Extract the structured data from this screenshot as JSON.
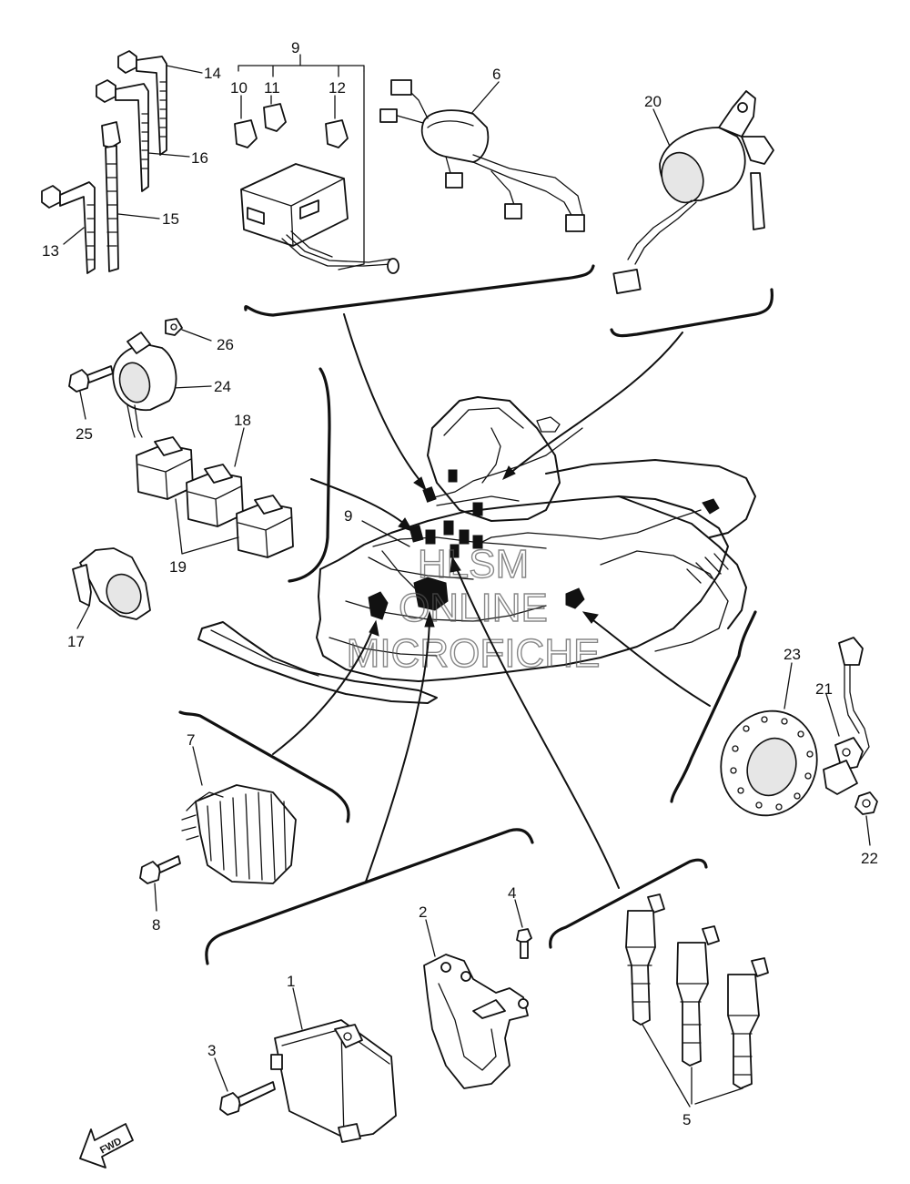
{
  "labels": {
    "p1": "1",
    "p2": "2",
    "p3": "3",
    "p4": "4",
    "p5": "5",
    "p6": "6",
    "p7": "7",
    "p8": "8",
    "p9": "9",
    "p9b": "9",
    "p10": "10",
    "p11": "11",
    "p12": "12",
    "p13": "13",
    "p14": "14",
    "p15": "15",
    "p16": "16",
    "p17": "17",
    "p18": "18",
    "p19": "19",
    "p20": "20",
    "p21": "21",
    "p22": "22",
    "p23": "23",
    "p24": "24",
    "p25": "25",
    "p26": "26"
  },
  "watermark": {
    "line1": "HLSM",
    "line2": "ONLINE",
    "line3": "MICROFICHE"
  },
  "fwd_label": "FWD",
  "colors": {
    "ink": "#111111",
    "paper": "#ffffff",
    "watermark": "#555555"
  }
}
